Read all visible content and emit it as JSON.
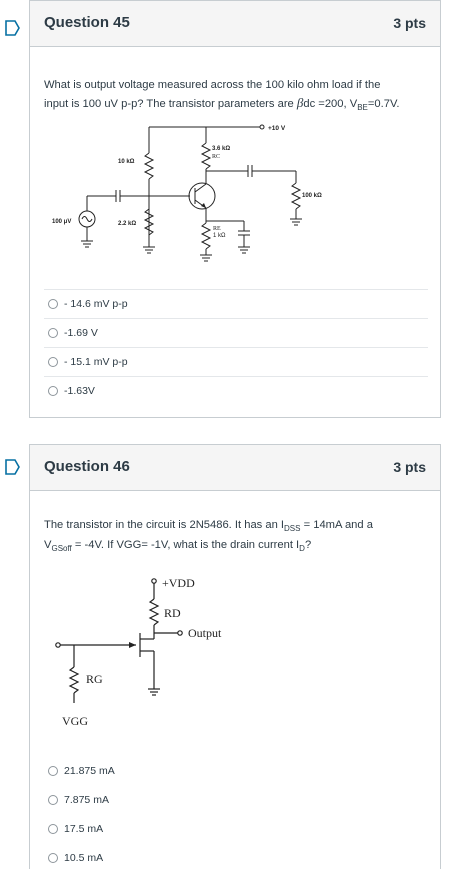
{
  "q45": {
    "title": "Question 45",
    "points": "3 pts",
    "text_line1": "What is output voltage measured across the 100 kilo ohm load  if the",
    "text_line2_a": "input is 100 uV p-p? The transistor parameters are ",
    "text_line2_beta": "β",
    "text_line2_b": "dc =200, V",
    "text_line2_sub": "BE",
    "text_line2_c": "=0.7V.",
    "circuit": {
      "vcc": "+10 V",
      "r1": "10 kΩ",
      "r2": "2.2 kΩ",
      "rc_value": "3.6 kΩ",
      "rc_name": "RC",
      "re_name": "RE",
      "re_value": "1 kΩ",
      "rl": "100 kΩ",
      "source": "100 μV"
    },
    "answers": [
      "- 14.6 mV p-p",
      "-1.69 V",
      "- 15.1 mV p-p",
      "-1.63V"
    ]
  },
  "q46": {
    "title": "Question 46",
    "points": "3 pts",
    "text_line1": "The transistor in the circuit is 2N5486. It has an I",
    "text_line1_sub": "DSS",
    "text_line1_b": " = 14mA and a",
    "text_line2_a": "V",
    "text_line2_sub": "GSoff",
    "text_line2_b": " = -4V. If VGG= -1V, what is the drain current I",
    "text_line2_sub2": "D",
    "text_line2_c": "?",
    "circuit": {
      "vdd": "+VDD",
      "rd": "RD",
      "output": "Output",
      "rg": "RG",
      "vgg": "VGG"
    },
    "answers": [
      "21.875 mA",
      "7.875 mA",
      "17.5 mA",
      "10.5 mA"
    ]
  },
  "colors": {
    "flag": "#0770a3",
    "border": "#c7cdd1",
    "header_bg": "#f5f5f5",
    "text": "#2d3b45"
  },
  "icons": [
    "flag-icon",
    "radio-icon"
  ]
}
